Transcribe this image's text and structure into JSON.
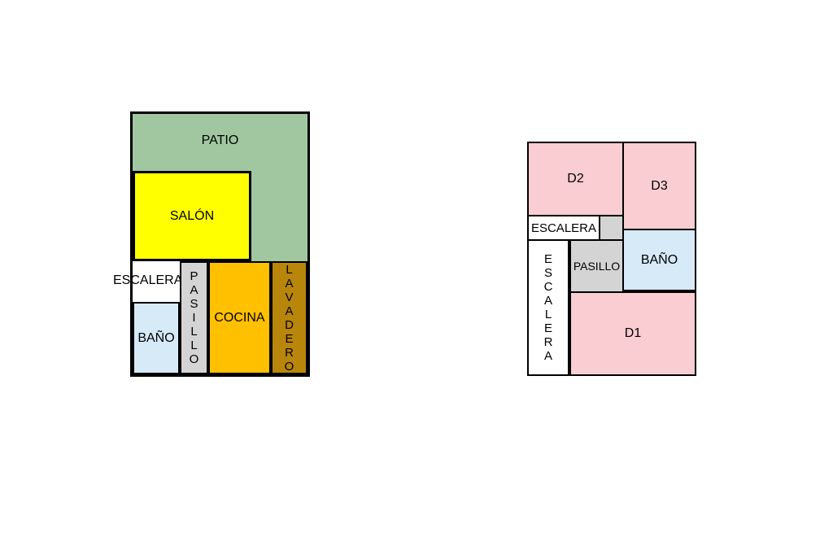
{
  "page": {
    "background": "#ffffff"
  },
  "colors": {
    "wall": "#000000",
    "patio_green": "#a1c7a1",
    "salon_yellow": "#ffff00",
    "bath_blue": "#d6eaf8",
    "hall_gray": "#d4d4d4",
    "kitchen_orange": "#ffc000",
    "laundry_brown": "#b8860b",
    "bedroom_pink": "#f9cdd2",
    "text": "#000000"
  },
  "floorplan_left": {
    "rooms": {
      "patio": {
        "label": "PATIO"
      },
      "salon": {
        "label": "SALÓN"
      },
      "escalera": {
        "label": "ESCALERA"
      },
      "bano": {
        "label": "BAÑO"
      },
      "pasillo": {
        "label": "PASILLO"
      },
      "cocina": {
        "label": "COCINA"
      },
      "lavadero": {
        "label": "LAVADERO"
      }
    }
  },
  "floorplan_right": {
    "rooms": {
      "d2": {
        "label": "D2"
      },
      "d3": {
        "label": "D3"
      },
      "escalera_top": {
        "label": "ESCALERA"
      },
      "escalera_side": {
        "label": "ESCALERA"
      },
      "pasillo": {
        "label": "PASILLO"
      },
      "bano": {
        "label": "BAÑO"
      },
      "d1": {
        "label": "D1"
      }
    }
  }
}
